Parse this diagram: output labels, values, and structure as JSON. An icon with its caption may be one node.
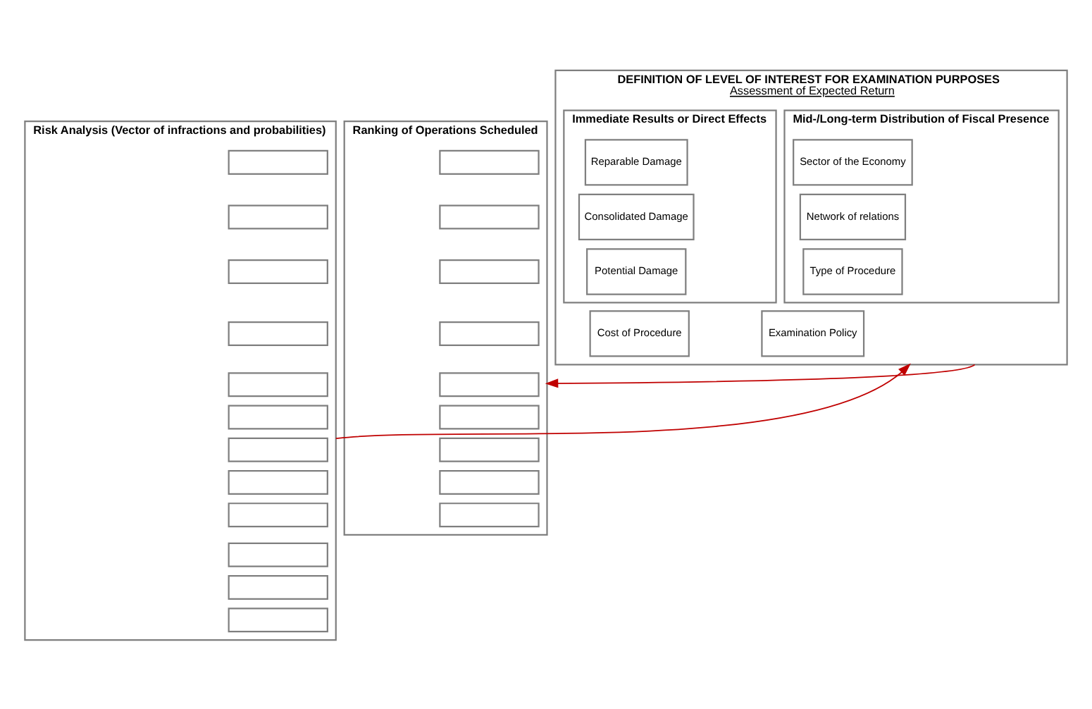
{
  "diagram": {
    "nodes": [
      {
        "text": [
          "Risk Analysis (Vector of infractions and probabilities)"
        ]
      },
      {
        "text": [],
        "shape": "box",
        "in": 0
      },
      {
        "text": [],
        "shape": "box",
        "in": 0
      },
      {
        "text": [],
        "shape": "box",
        "in": 0
      },
      {
        "text": [],
        "shape": "box",
        "in": 0
      },
      {
        "text": [],
        "shape": "box",
        "in": 0
      },
      {
        "text": [],
        "shape": "box",
        "in": 0
      },
      {
        "text": [],
        "shape": "box",
        "in": 0
      },
      {
        "text": [],
        "shape": "box",
        "in": 0
      },
      {
        "text": [],
        "shape": "box",
        "in": 0
      },
      {
        "text": [],
        "shape": "box",
        "in": 0
      },
      {
        "text": [],
        "shape": "box",
        "in": 0
      },
      {
        "text": [],
        "shape": "box",
        "in": 0
      },
      {
        "text": [
          "DEFINITION OF LEVEL OF INTEREST FOR EXAMINATION PURPOSES",
          "Assessment of Expected Return"
        ]
      },
      {
        "text": [
          "Immediate Results or Direct Effects"
        ],
        "in": 13
      },
      {
        "text": [
          "Reparable Damage"
        ],
        "in": 14
      },
      {
        "text": [
          "Consolidated Damage"
        ],
        "in": 14
      },
      {
        "text": [
          "Potential Damage"
        ],
        "in": 14
      },
      {
        "text": [
          "Mid-/Long-term Distribution of Fiscal Presence"
        ],
        "in": 13
      },
      {
        "text": [
          "Sector of the Economy"
        ],
        "in": 18
      },
      {
        "text": [
          "Network of relations"
        ],
        "in": 18
      },
      {
        "text": [
          "Type of Procedure"
        ],
        "in": 18
      },
      {
        "text": [
          "Cost of Procedure"
        ],
        "in": 13
      },
      {
        "text": [
          "Examination Policy"
        ],
        "in": 13
      },
      {
        "text": [
          "Ranking of Operations Scheduled"
        ]
      },
      {
        "text": [],
        "shape": "box",
        "in": 24
      },
      {
        "text": [],
        "shape": "box",
        "in": 24
      },
      {
        "text": [],
        "shape": "box",
        "in": 24
      },
      {
        "text": [],
        "shape": "box",
        "in": 24
      },
      {
        "text": [],
        "shape": "box",
        "in": 24
      },
      {
        "text": [],
        "shape": "box",
        "in": 24
      },
      {
        "text": [],
        "shape": "box",
        "in": 24
      },
      {
        "text": [],
        "shape": "box",
        "in": 24
      },
      {
        "text": [],
        "shape": "box",
        "in": 24
      }
    ],
    "edges": [
      {
        "from": 0,
        "to": 13,
        "arrow": "to"
      },
      {
        "from": 13,
        "to": 24,
        "arrow": "to"
      }
    ]
  }
}
